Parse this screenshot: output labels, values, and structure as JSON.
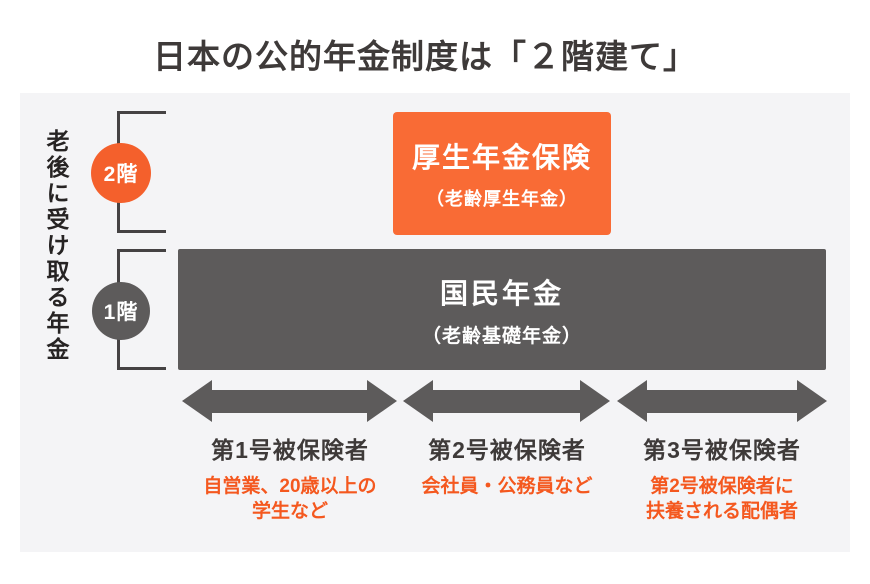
{
  "title": "日本の公的年金制度は「２階建て」",
  "side_label": "老後に受け取る年金",
  "tiers": {
    "second": {
      "badge": "2階",
      "box_title": "厚生年金保険",
      "box_subtitle": "（老齢厚生年金）"
    },
    "first": {
      "badge": "1階",
      "box_title": "国民年金",
      "box_subtitle": "（老齢基礎年金）"
    }
  },
  "categories": [
    {
      "label": "第1号被保険者",
      "note": "自営業、20歳以上の\n学生など"
    },
    {
      "label": "第2号被保険者",
      "note": "会社員・公務員など"
    },
    {
      "label": "第3号被保険者",
      "note": "第2号被保険者に\n扶養される配偶者"
    }
  ],
  "colors": {
    "orange_badge": "#F4602C",
    "orange_box": "#F96B35",
    "orange_text": "#F4581F",
    "dark": "#5D5B5B",
    "panel_bg": "#F4F4F6",
    "line": "#454243",
    "text_dark": "#3E3A39"
  }
}
